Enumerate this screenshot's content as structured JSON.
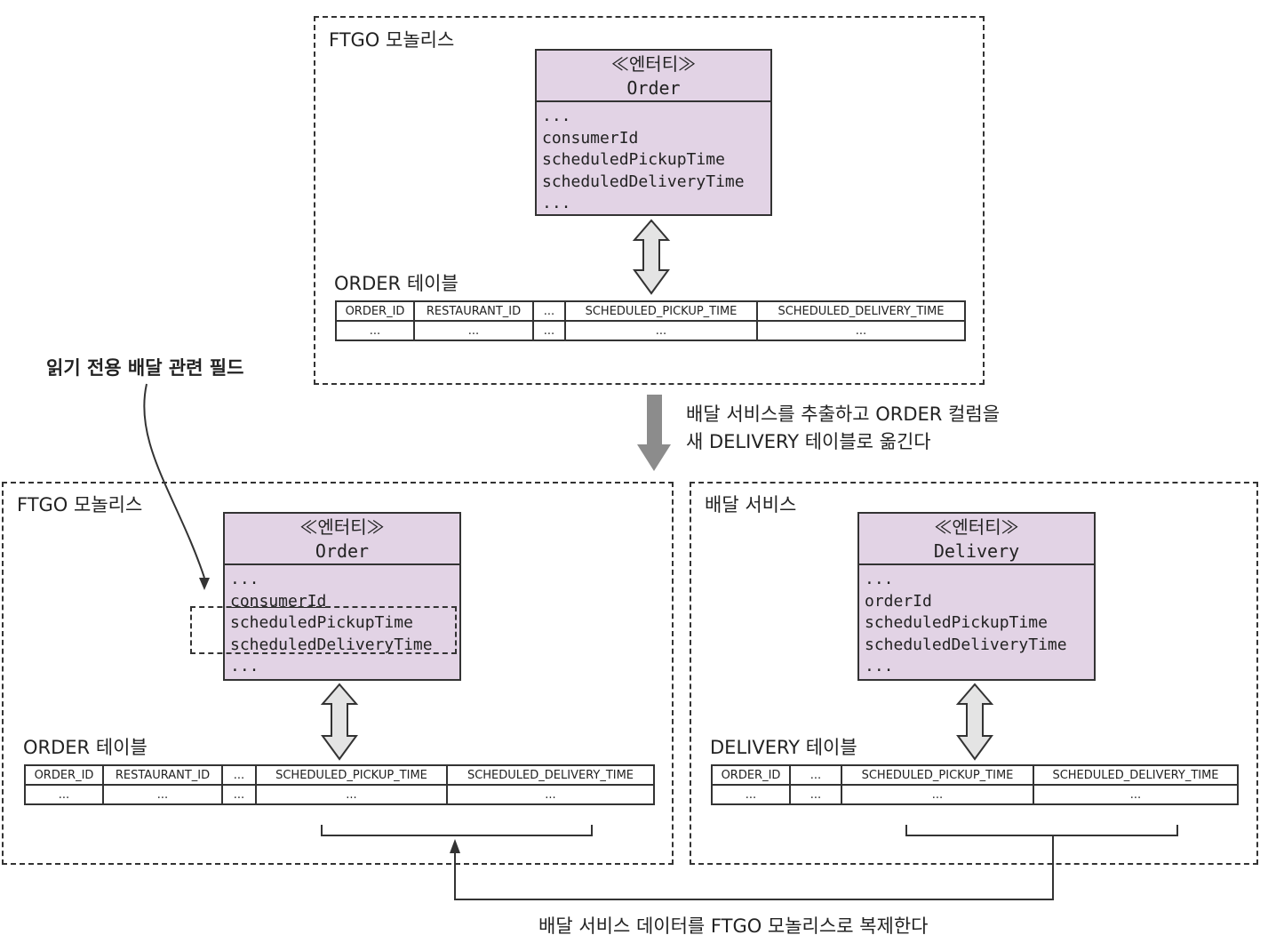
{
  "top": {
    "title": "FTGO 모놀리스",
    "entity": {
      "stereotype": "≪엔터티≫",
      "name": "Order",
      "fields": [
        "...",
        "consumerId",
        "scheduledPickupTime",
        "scheduledDeliveryTime",
        "..."
      ]
    },
    "table_title": "ORDER 테이블",
    "table_header": [
      "ORDER_ID",
      "RESTAURANT_ID",
      "...",
      "SCHEDULED_PICKUP_TIME",
      "SCHEDULED_DELIVERY_TIME"
    ],
    "table_row": [
      "...",
      "...",
      "...",
      "...",
      "..."
    ]
  },
  "annotation_readonly": "읽기 전용 배달 관련 필드",
  "transition": {
    "line1": "배달 서비스를 추출하고 ORDER 컬럼을",
    "line2": "새 DELIVERY 테이블로 옮긴다"
  },
  "bottom_left": {
    "title": "FTGO 모놀리스",
    "entity": {
      "stereotype": "≪엔터티≫",
      "name": "Order",
      "fields": [
        "...",
        "consumerId",
        "scheduledPickupTime",
        "scheduledDeliveryTime",
        "..."
      ]
    },
    "table_title": "ORDER 테이블",
    "table_header": [
      "ORDER_ID",
      "RESTAURANT_ID",
      "...",
      "SCHEDULED_PICKUP_TIME",
      "SCHEDULED_DELIVERY_TIME"
    ],
    "table_row": [
      "...",
      "...",
      "...",
      "...",
      "..."
    ]
  },
  "bottom_right": {
    "title": "배달 서비스",
    "entity": {
      "stereotype": "≪엔터티≫",
      "name": "Delivery",
      "fields": [
        "...",
        "orderId",
        "scheduledPickupTime",
        "scheduledDeliveryTime",
        "..."
      ]
    },
    "table_title": "DELIVERY 테이블",
    "table_header": [
      "ORDER_ID",
      "...",
      "SCHEDULED_PICKUP_TIME",
      "SCHEDULED_DELIVERY_TIME"
    ],
    "table_row": [
      "...",
      "...",
      "...",
      "..."
    ]
  },
  "replication_caption": "배달 서비스 데이터를 FTGO 모놀리스로 복제한다",
  "colors": {
    "entity_fill": "#e2d3e5",
    "arrow_fill": "#e4e4e4",
    "transition_arrow": "#8c8c8c"
  }
}
